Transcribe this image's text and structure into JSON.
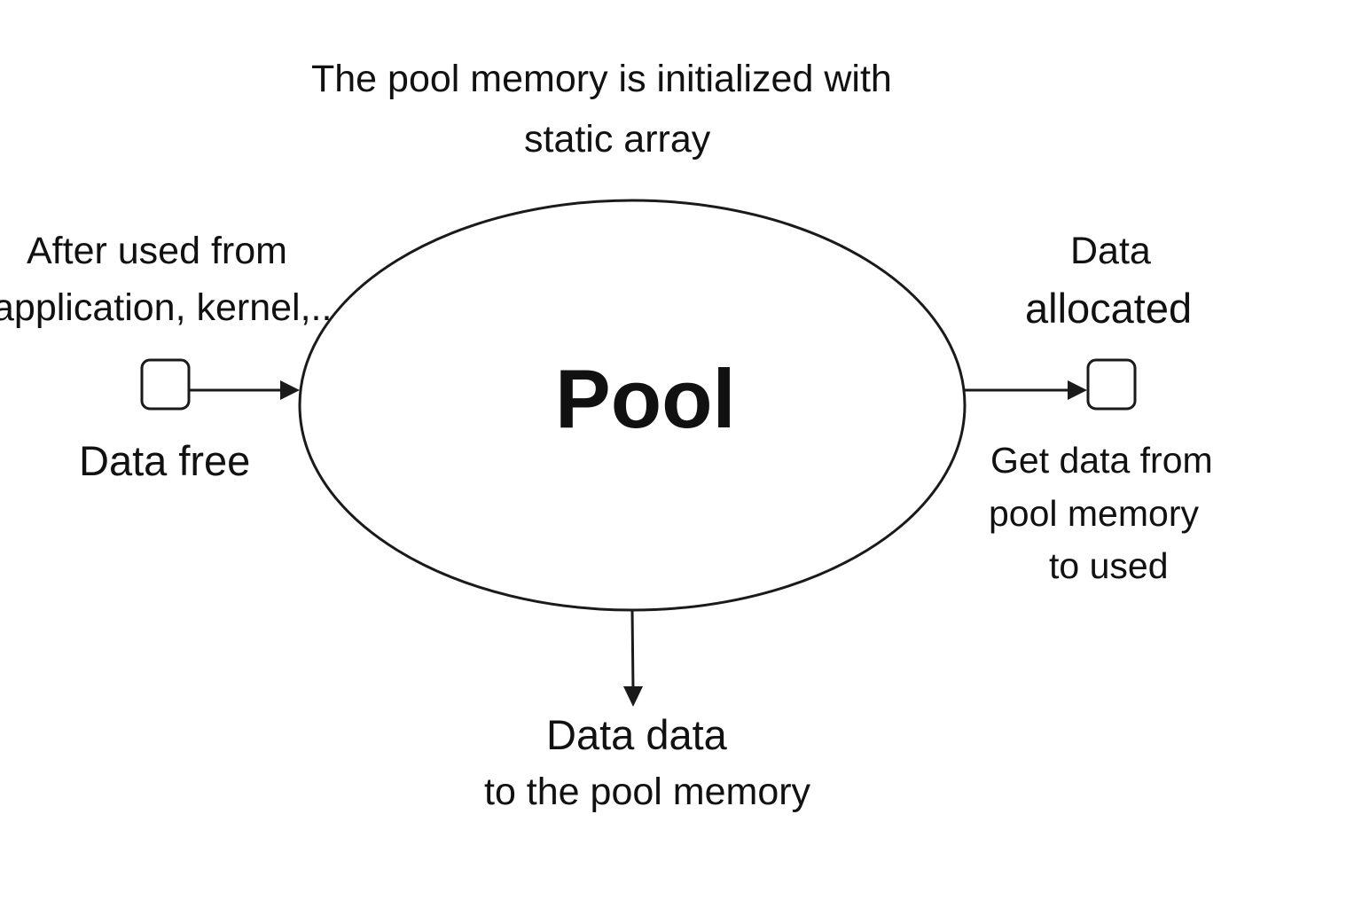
{
  "top_note": {
    "line1": "The pool memory is initialized with",
    "line2": "static array"
  },
  "pool_label": "Pool",
  "left": {
    "source_line1": "After used from",
    "source_line2": "application, kernel,..",
    "box_label": "Data free"
  },
  "right": {
    "box_title_line1": "Data",
    "box_title_line2": "allocated",
    "desc_line1": "Get data from",
    "desc_line2": "pool memory",
    "desc_line3": "to used"
  },
  "bottom": {
    "line1": "Data data",
    "line2": "to the pool memory"
  },
  "colors": {
    "stroke": "#1a1a1a",
    "text": "#111111",
    "background": "#ffffff"
  }
}
